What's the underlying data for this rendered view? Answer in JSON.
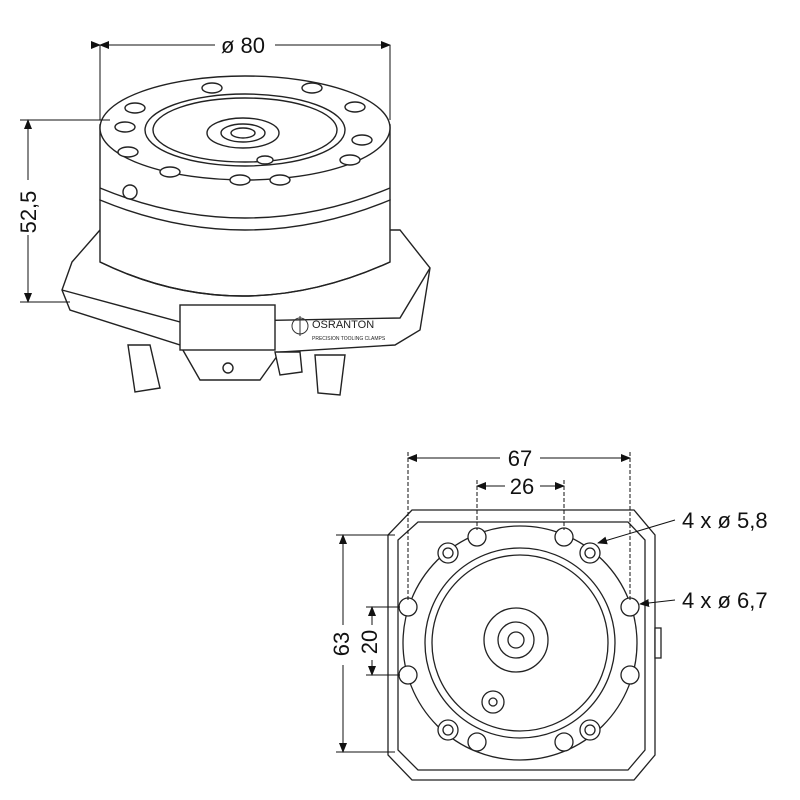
{
  "top_view": {
    "diameter_label": "ø 80",
    "height_label": "52,5",
    "brand_logo": {
      "name": "OSRANTON",
      "tagline": "PRECISION TOOLING CLAMPS"
    }
  },
  "bottom_view": {
    "width_outer_label": "67",
    "width_inner_label": "26",
    "height_outer_label": "63",
    "height_inner_label": "20",
    "hole_callout_small": "4 x ø 5,8",
    "hole_callout_large": "4 x ø 6,7"
  },
  "colors": {
    "line": "#222222",
    "dim_line": "#111111",
    "fill": "#ffffff"
  }
}
